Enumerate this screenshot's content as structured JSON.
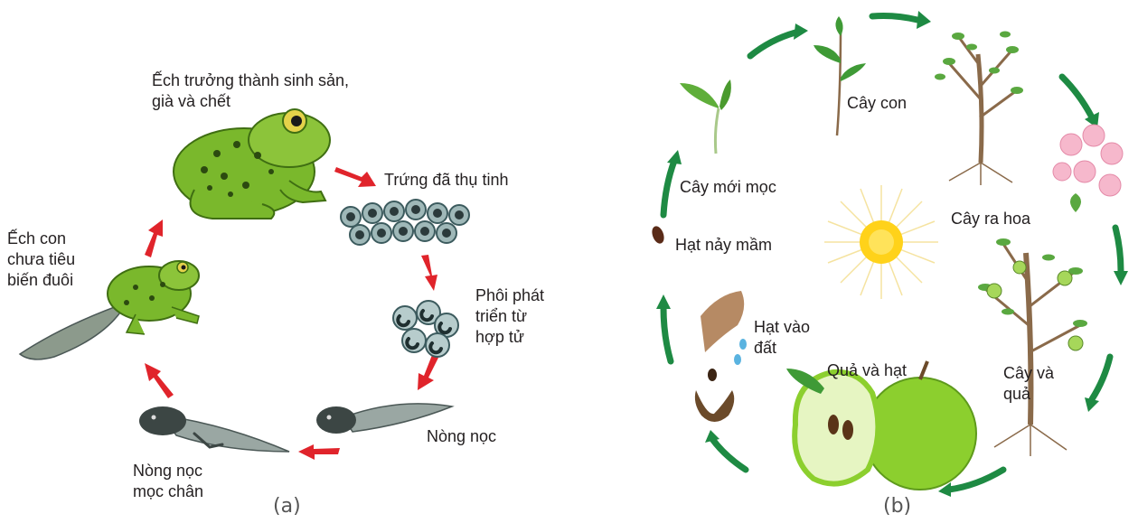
{
  "panel_a": {
    "caption": "(a)",
    "stages": {
      "adult": "Ếch trưởng thành sinh sản,\ngià và chết",
      "eggs": "Trứng đã thụ tinh",
      "embryo": "Phôi phát\ntriển từ\nhợp tử",
      "tadpole": "Nòng nọc",
      "tadpole_legs": "Nòng nọc\nmọc chân",
      "froglet": "Ếch con\nchưa tiêu\nbiến đuôi"
    }
  },
  "panel_b": {
    "caption": "(b)",
    "stages": {
      "seedling": "Cây con",
      "flowering": "Cây ra hoa",
      "fruiting": "Cây và\nquả",
      "fruit_seed": "Quả và hạt",
      "seed_soil": "Hạt vào\nđất",
      "germinating": "Hạt nảy mầm",
      "sprout": "Cây mới mọc"
    }
  },
  "colors": {
    "red_arrow": "#e0242b",
    "green_arrow": "#1e8a43",
    "frog_green": "#7ab82c",
    "apple_green": "#8ccf2e",
    "sun_yellow": "#ffd21a"
  }
}
